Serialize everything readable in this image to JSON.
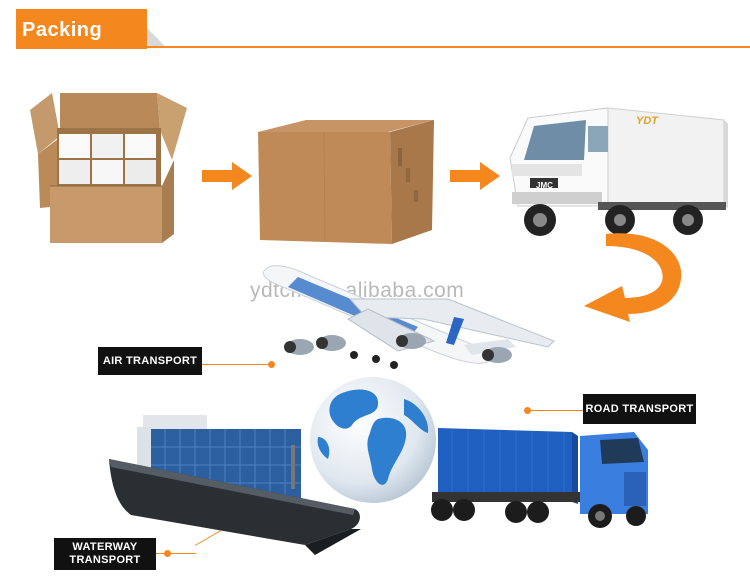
{
  "header": {
    "title": "Packing"
  },
  "watermark": "ydtcm.en.alibaba.com",
  "truck_brand": "YDT",
  "truck_plate": "JMC",
  "labels": {
    "air": "AIR TRANSPORT",
    "road": "ROAD TRANSPORT",
    "water_line1": "WATERWAY",
    "water_line2": "TRANSPORT"
  },
  "colors": {
    "accent": "#f5871f",
    "label_bg": "#111111"
  }
}
